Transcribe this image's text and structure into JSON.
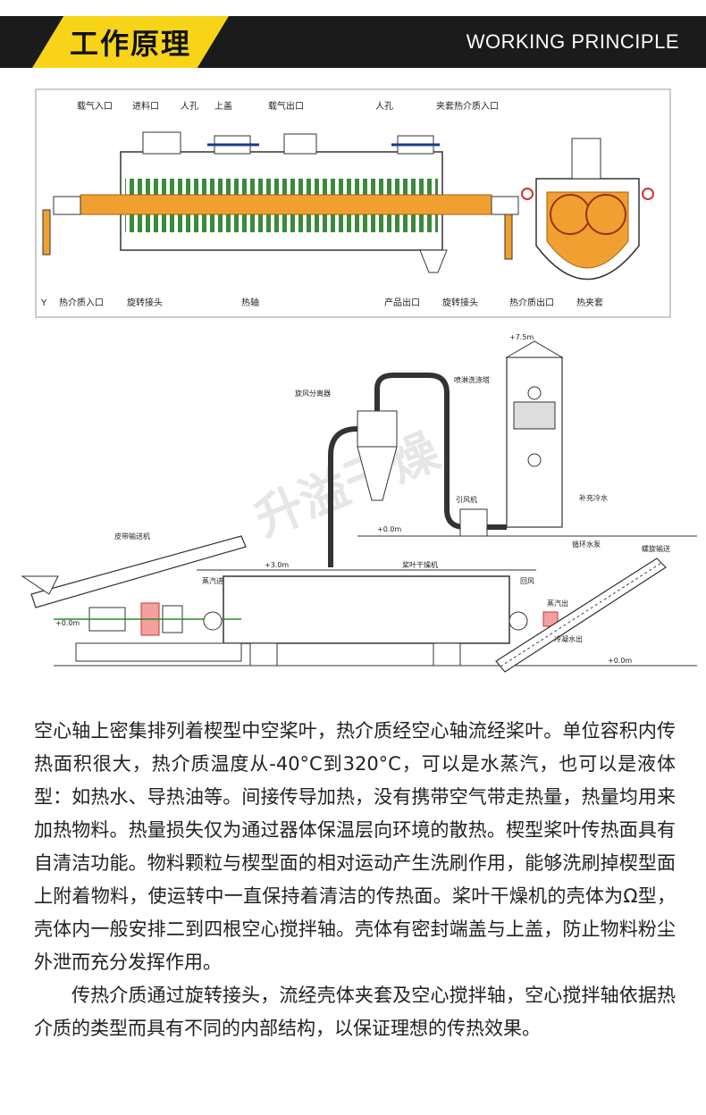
{
  "header": {
    "title": "工作原理",
    "subtitle": "WORKING PRINCIPLE"
  },
  "top_diagram": {
    "labels": {
      "gas_inlet": "载气入口",
      "feed_inlet": "进料口",
      "manhole_1": "人孔",
      "top_cover": "上盖",
      "gas_outlet": "载气出口",
      "manhole_2": "人孔",
      "jacket_inlet": "夹套热介质入口",
      "y_mark": "Y",
      "heat_medium_inlet": "热介质入口",
      "rotary_joint_1": "旋转接头",
      "hot_shaft": "热轴",
      "product_outlet": "产品出口",
      "rotary_joint_2": "旋转接头",
      "heat_medium_outlet": "热介质出口",
      "hot_jacket": "热夹套"
    }
  },
  "bottom_diagram": {
    "watermark": "升溢干燥",
    "labels": {
      "level_top": "+7.5m",
      "spray_tower": "喷淋洗涤塔",
      "cyclone": "旋风分离器",
      "fan": "引风机",
      "water_supply": "补充冷水",
      "circulation_pump": "循环水泵",
      "level_ground_1": "+0.0m",
      "belt_conveyor": "皮带输送机",
      "level_mid": "+3.0m",
      "paddle_dryer": "桨叶干燥机",
      "steam_in": "蒸汽进",
      "return_air": "回风",
      "level_ground_2": "+0.0m",
      "screw_conveyor": "螺旋输送",
      "steam_out": "蒸汽出",
      "cond_water": "冷凝水出",
      "level_ground_3": "+0.0m"
    }
  },
  "body": {
    "paragraph_1": "空心轴上密集排列着楔型中空桨叶，热介质经空心轴流经桨叶。单位容积内传热面积很大，热介质温度从-40°C到320°C，可以是水蒸汽，也可以是液体型：如热水、导热油等。间接传导加热，没有携带空气带走热量，热量均用来加热物料。热量损失仅为通过器体保温层向环境的散热。楔型桨叶传热面具有自清洁功能。物料颗粒与楔型面的相对运动产生洗刷作用，能够洗刷掉楔型面上附着物料，使运转中一直保持着清洁的传热面。桨叶干燥机的壳体为Ω型，壳体内一般安排二到四根空心搅拌轴。壳体有密封端盖与上盖，防止物料粉尘外泄而充分发挥作用。",
    "paragraph_2": "传热介质通过旋转接头，流经壳体夹套及空心搅拌轴，空心搅拌轴依据热介质的类型而具有不同的内部结构，以保证理想的传热效果。"
  },
  "colors": {
    "header_bg": "#1b1b1b",
    "header_accent": "#f7d417",
    "paddle_orange": "#f0a030",
    "paddle_green": "#3a8a3a"
  }
}
